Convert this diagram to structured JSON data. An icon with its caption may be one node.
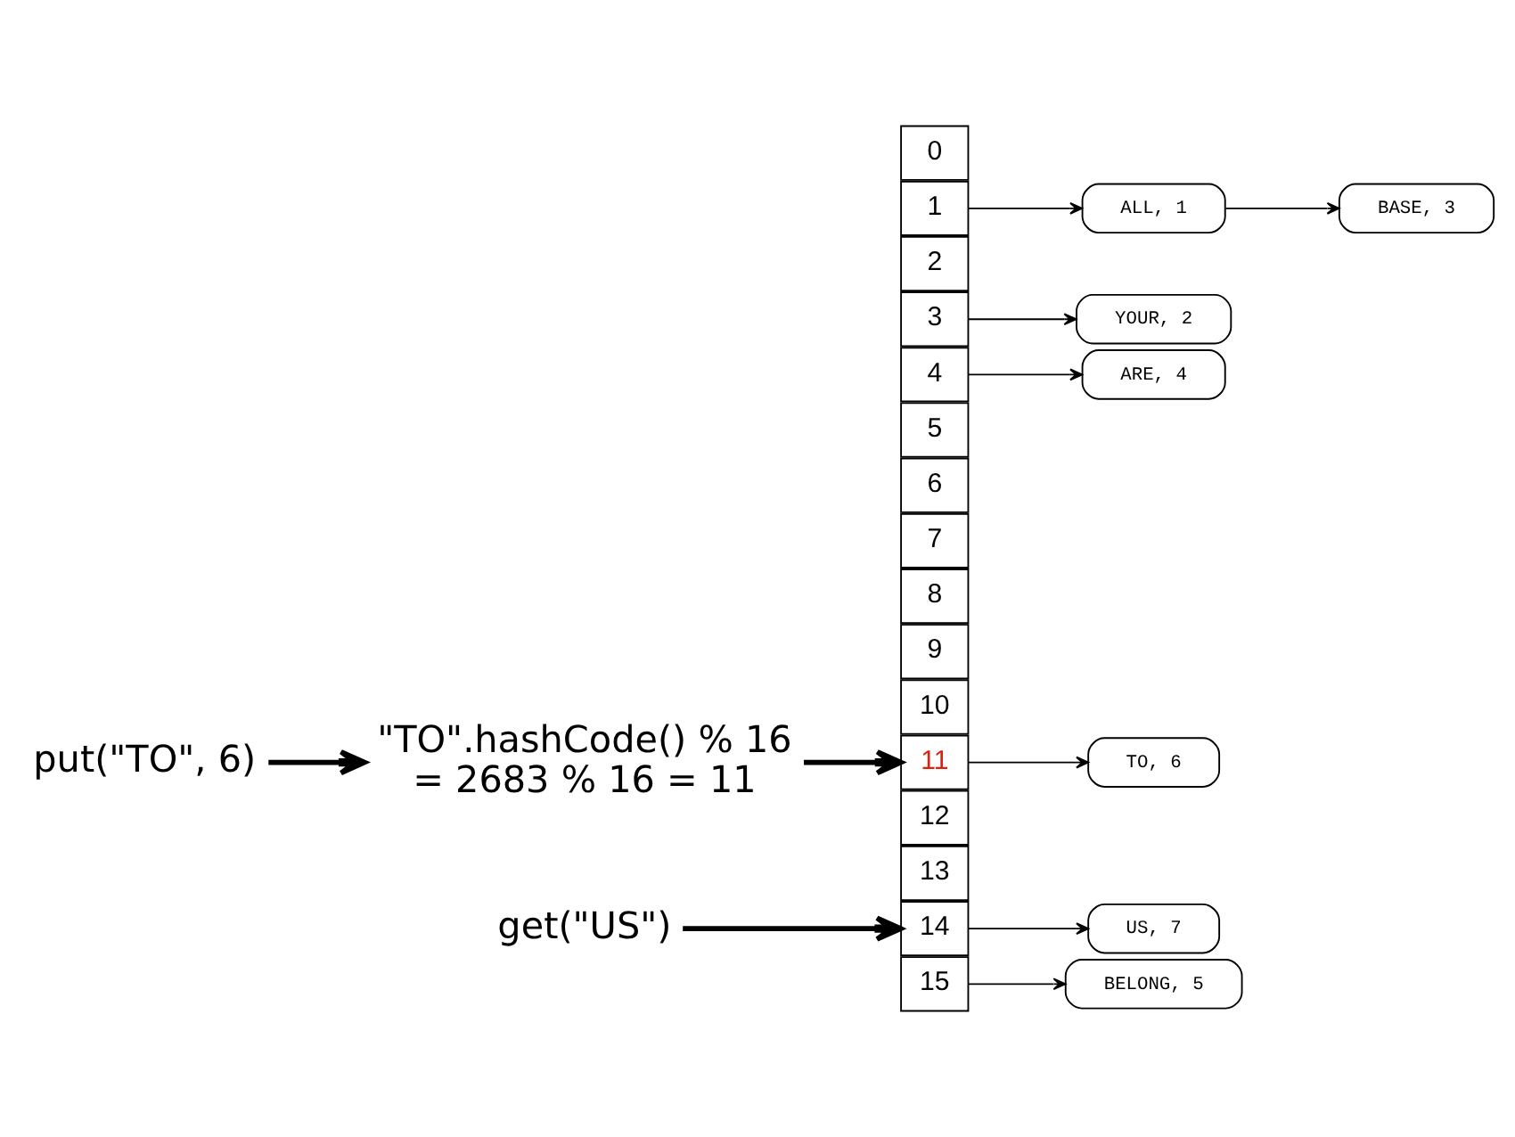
{
  "diagram": {
    "nodes": [
      {
        "text": [
          "put(\"TO\", 6)"
        ]
      },
      {
        "text": [
          "\"TO\".hashCode() % 16 = 2683 % 16 = 11"
        ]
      },
      {
        "text": [
          "0"
        ]
      },
      {
        "text": [
          "1"
        ]
      },
      {
        "text": [
          "2"
        ]
      },
      {
        "text": [
          "3"
        ]
      },
      {
        "text": [
          "4"
        ]
      },
      {
        "text": [
          "5"
        ]
      },
      {
        "text": [
          "6"
        ]
      },
      {
        "text": [
          "7"
        ]
      },
      {
        "text": [
          "8"
        ]
      },
      {
        "text": [
          "9"
        ]
      },
      {
        "text": [
          "10"
        ]
      },
      {
        "text": [
          "11"
        ]
      },
      {
        "text": [
          "12"
        ]
      },
      {
        "text": [
          "13"
        ]
      },
      {
        "text": [
          "14"
        ]
      },
      {
        "text": [
          "15"
        ]
      },
      {
        "text": [
          "ALL, 1"
        ]
      },
      {
        "text": [
          "BASE, 3"
        ]
      },
      {
        "text": [
          "YOUR, 2"
        ]
      },
      {
        "text": [
          "ARE, 4"
        ]
      },
      {
        "text": [
          "TO, 6"
        ]
      },
      {
        "text": [
          "US, 7"
        ]
      },
      {
        "text": [
          "BELONG, 5"
        ]
      },
      {
        "text": [
          "get(\"US\")"
        ]
      }
    ],
    "edges": [
      {
        "from": 0,
        "to": 1,
        "arrow": "to",
        "style": "thick"
      },
      {
        "from": 1,
        "to": 13,
        "arrow": "to",
        "style": "thick"
      },
      {
        "from": 25,
        "to": 16,
        "arrow": "to",
        "style": "thick"
      },
      {
        "from": 3,
        "to": 18,
        "arrow": "to"
      },
      {
        "from": 18,
        "to": 19,
        "arrow": "to"
      },
      {
        "from": 5,
        "to": 20,
        "arrow": "to"
      },
      {
        "from": 6,
        "to": 21,
        "arrow": "to"
      },
      {
        "from": 13,
        "to": 22,
        "arrow": "to"
      },
      {
        "from": 16,
        "to": 23,
        "arrow": "to"
      },
      {
        "from": 17,
        "to": 24,
        "arrow": "to"
      }
    ]
  }
}
